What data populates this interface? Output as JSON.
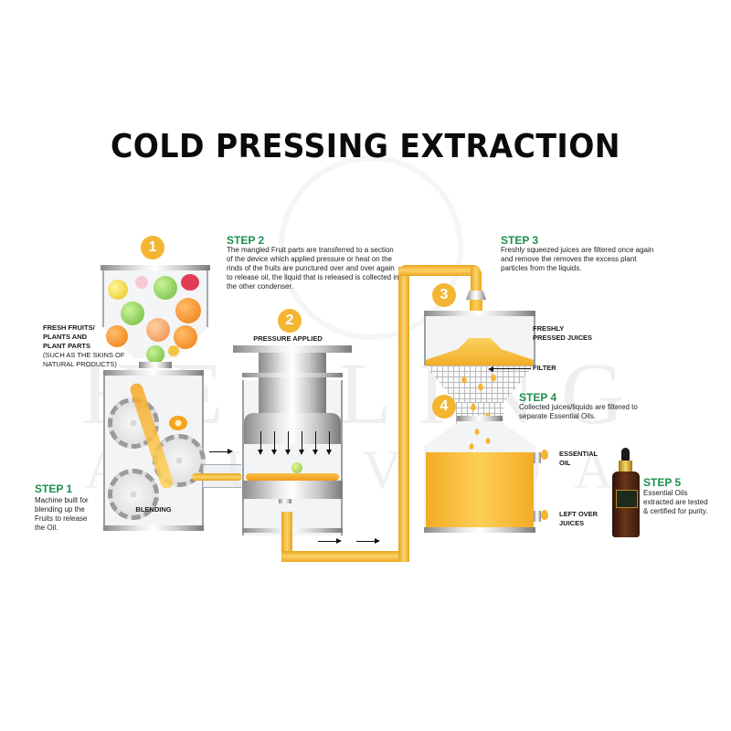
{
  "title": "COLD PRESSING EXTRACTION",
  "watermark": {
    "line1": "HEALING",
    "line2": "AYURVEDA"
  },
  "colors": {
    "accent_orange": "#f4b532",
    "step_green": "#1e8f4b",
    "juice": "#f7bf3d",
    "title": "#0b0b0b"
  },
  "badges": [
    "1",
    "2",
    "3",
    "4"
  ],
  "steps": [
    {
      "heading": "STEP 1",
      "text": "Machine built for blending up the Fruits to release the Oil."
    },
    {
      "heading": "STEP 2",
      "text": "The mangled Fruit parts are transferred to a section of the device which applied pressure or heat on the rinds of the fruits are punctured over and over again to release oil, the liquid that is released is collected in the other condenser."
    },
    {
      "heading": "STEP 3",
      "text": "Freshly squeezed juices are filtered once again and remove the removes the excess plant particles from the liquids."
    },
    {
      "heading": "STEP 4",
      "text": "Collected juices/liquids are filtered to separate Essential Oils."
    },
    {
      "heading": "STEP 5",
      "text": "Essential Oils extracted are tested & certified for purity."
    }
  ],
  "labels": {
    "fresh_fruits": "FRESH FRUITS/ PLANTS AND PLANT PARTS",
    "fresh_fruits_sub": "(SUCH AS THE SKINS OF NATURAL PRODUCTS)",
    "blending": "BLENDING",
    "pressure_applied": "PRESSURE APPLIED",
    "freshly_pressed": "FRESHLY PRESSED JUICES",
    "filter": "FILTER",
    "essential_oil": "ESSENTIAL OIL",
    "left_over": "LEFT OVER JUICES"
  },
  "icons": [
    "fruit-hopper",
    "gear-icon",
    "press-piston",
    "arrow-right-icon",
    "arrow-down-icon",
    "filter-mesh",
    "droplet-icon",
    "dropper-bottle-icon"
  ]
}
